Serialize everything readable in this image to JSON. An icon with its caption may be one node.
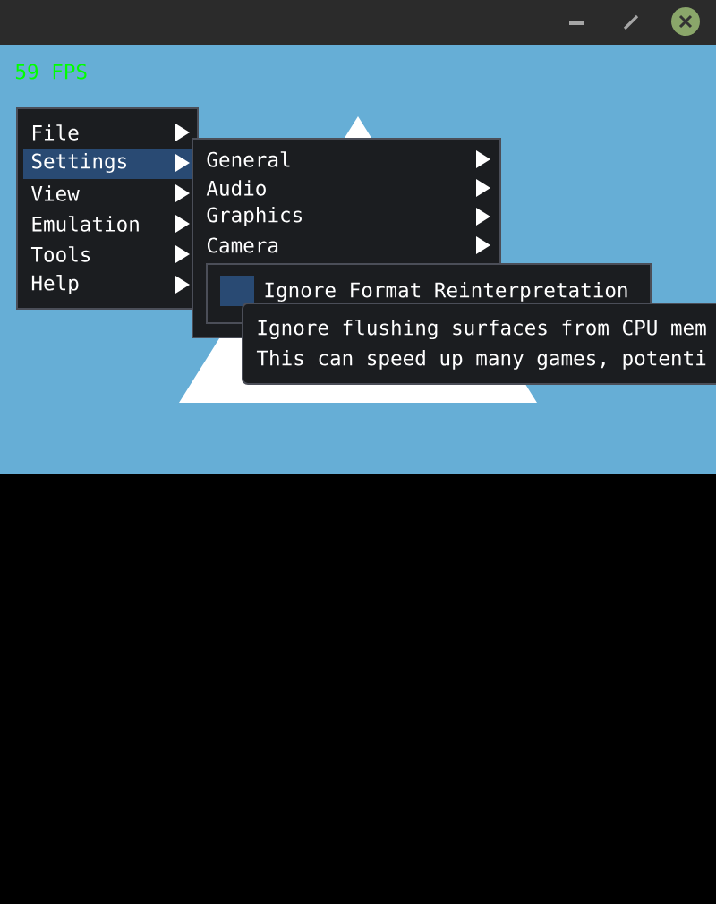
{
  "diagram": {
    "nodes": [
      {
        "text": [
          "File",
          "Settings",
          "View",
          "Emulation",
          "Tools",
          "Help"
        ]
      },
      {
        "text": [
          "General",
          "Audio",
          "Graphics",
          "Camera"
        ]
      },
      {
        "text": [
          "Ignore Format Reinterpretation"
        ]
      },
      {
        "text": [
          "Ignore flushing surfaces from CPU mem",
          "This can speed up many games, potenti"
        ]
      }
    ],
    "labels": [
      "59 FPS"
    ]
  }
}
